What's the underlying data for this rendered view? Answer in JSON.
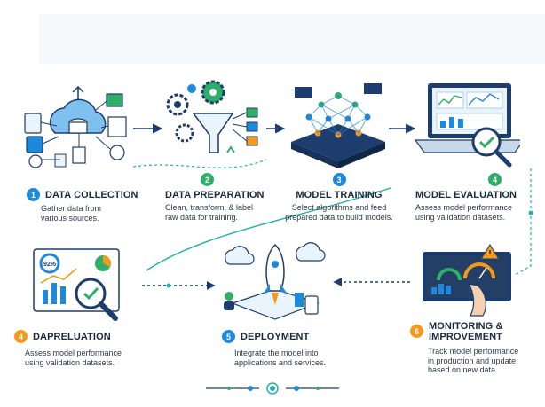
{
  "accent_colors": {
    "blue": "#1e88d9",
    "green": "#2fae6a",
    "orange": "#f39a1e",
    "navy": "#1c3d6e",
    "teal": "#20b2aa"
  },
  "stages": [
    {
      "number": "1",
      "title": "DATA COLLECTION",
      "desc_lines": [
        "Gather data from",
        "various sources."
      ],
      "badge_color": "#1e88d9",
      "icon": "cloud-database-icon"
    },
    {
      "number": "2",
      "title": "DATA PREPARATION",
      "desc_lines": [
        "Clean, transform, & label",
        "raw data for training."
      ],
      "badge_color": "#2fae6a",
      "icon": "gears-funnel-icon"
    },
    {
      "number": "3",
      "title": "MODEL TRAINING",
      "desc_lines": [
        "Select algorithms and feed",
        "prepared data to build models."
      ],
      "badge_color": "#1e88d9",
      "icon": "neural-network-chip-icon"
    },
    {
      "number": "4",
      "title": "MODEL EVALUATION",
      "desc_lines": [
        "Assess model performance",
        "using validation datasets."
      ],
      "badge_color": "#2fae6a",
      "icon": "laptop-magnifier-icon"
    },
    {
      "number": "4",
      "title": "DAPRELUATION",
      "desc_lines": [
        "Assess model performance",
        "using validation datasets."
      ],
      "badge_color": "#f39a1e",
      "icon": "report-magnifier-icon"
    },
    {
      "number": "5",
      "title": "DEPLOYMENT",
      "desc_lines": [
        "Integrate the model into",
        "applications and services."
      ],
      "badge_color": "#1e88d9",
      "icon": "rocket-launch-icon"
    },
    {
      "number": "6",
      "title": "MONITORING &",
      "title2": "IMPROVEMENT",
      "desc_lines": [
        "Track model performance",
        "in production and update",
        "based on new data."
      ],
      "badge_color": "#f39a1e",
      "icon": "dashboard-monitor-icon"
    }
  ],
  "illustration_text": {
    "percent": "92%"
  }
}
